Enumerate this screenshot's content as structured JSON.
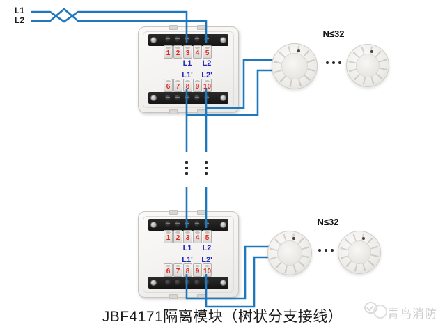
{
  "colors": {
    "wire": "#1e78bb",
    "terminal_number": "#e2241d",
    "terminal_label": "#2727b8",
    "dots": "#2b2b2b",
    "caption": "#1a1a1a",
    "watermark": "#cbcbcb"
  },
  "feed": {
    "l1": "L1",
    "l2": "L2"
  },
  "modules": [
    {
      "id": "isolator-module-1",
      "top_terminals": [
        "1",
        "2",
        "3",
        "4",
        "5"
      ],
      "bottom_terminals": [
        "6",
        "7",
        "8",
        "9",
        "10"
      ],
      "labels": {
        "l1": "L1",
        "l2": "L2",
        "l1_prime": "L1'",
        "l2_prime": "L2'"
      }
    },
    {
      "id": "isolator-module-2",
      "top_terminals": [
        "1",
        "2",
        "3",
        "4",
        "5"
      ],
      "bottom_terminals": [
        "6",
        "7",
        "8",
        "9",
        "10"
      ],
      "labels": {
        "l1": "L1",
        "l2": "L2",
        "l1_prime": "L1'",
        "l2_prime": "L2'"
      }
    }
  ],
  "detector_rows": [
    {
      "limit_label": "N≤32"
    },
    {
      "limit_label": "N≤32"
    }
  ],
  "caption": "JBF4171隔离模块（树状分支接线）",
  "watermark_text": "青鸟消防"
}
